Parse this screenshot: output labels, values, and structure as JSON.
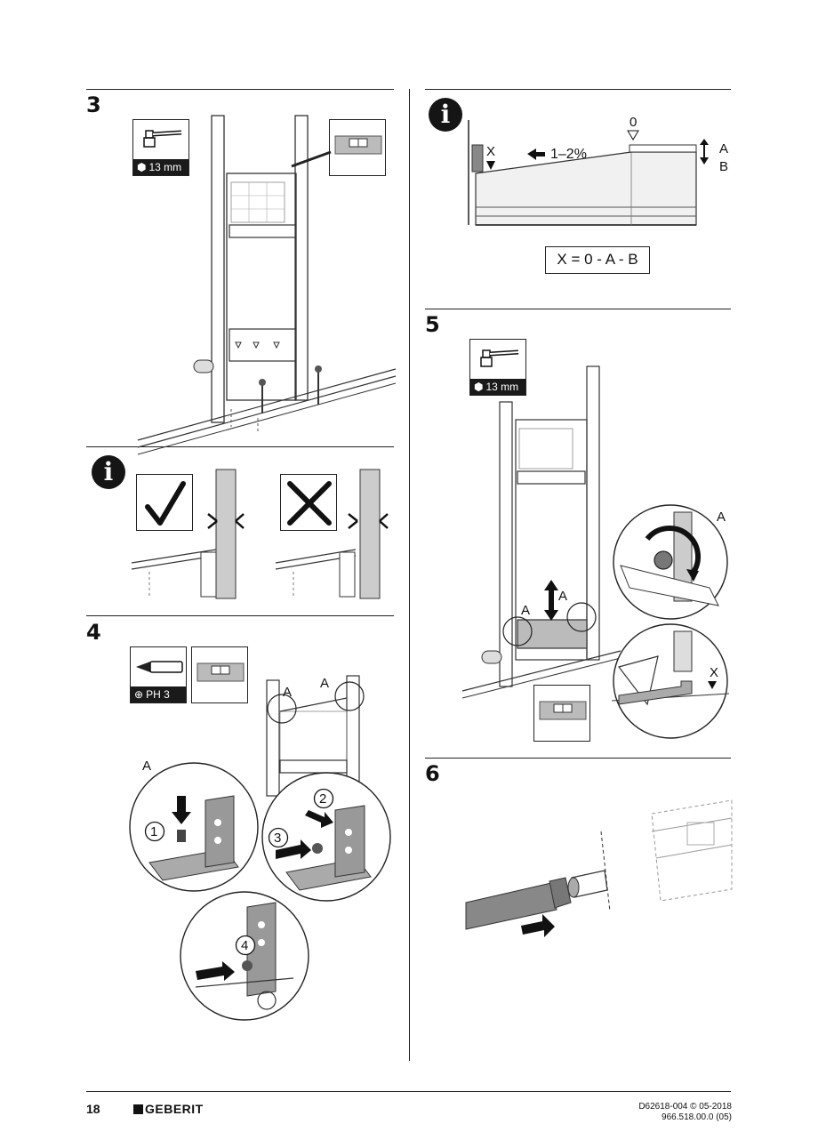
{
  "steps": {
    "s3": "3",
    "s4": "4",
    "s5": "5",
    "s6": "6"
  },
  "info": {
    "glyph": "i"
  },
  "tools": {
    "socket_13": {
      "symbol": "⬢",
      "label": "13 mm"
    },
    "socket_13b": {
      "symbol": "⬢",
      "label": "13 mm"
    },
    "screwdriver": {
      "symbol": "⊕",
      "label": "PH 3"
    }
  },
  "slope_figure": {
    "zero_label": "0",
    "x_label": "X",
    "slope_label": "1–2%",
    "a_label": "A",
    "b_label": "B",
    "formula": "X = 0 - A - B"
  },
  "callouts": {
    "s4_a_left": "A",
    "s4_a_right": "A",
    "s4_a_detail": "A",
    "s4_n1": "1",
    "s4_n2": "2",
    "s4_n3": "3",
    "s4_n4": "4",
    "s5_a_left": "A",
    "s5_a_right": "A",
    "s5_a_detail": "A",
    "s5_x": "X"
  },
  "footer": {
    "page_number": "18",
    "brand": "GEBERIT",
    "doc_line1": "D62618-004 © 05-2018",
    "doc_line2": "966.518.00.0 (05)"
  }
}
